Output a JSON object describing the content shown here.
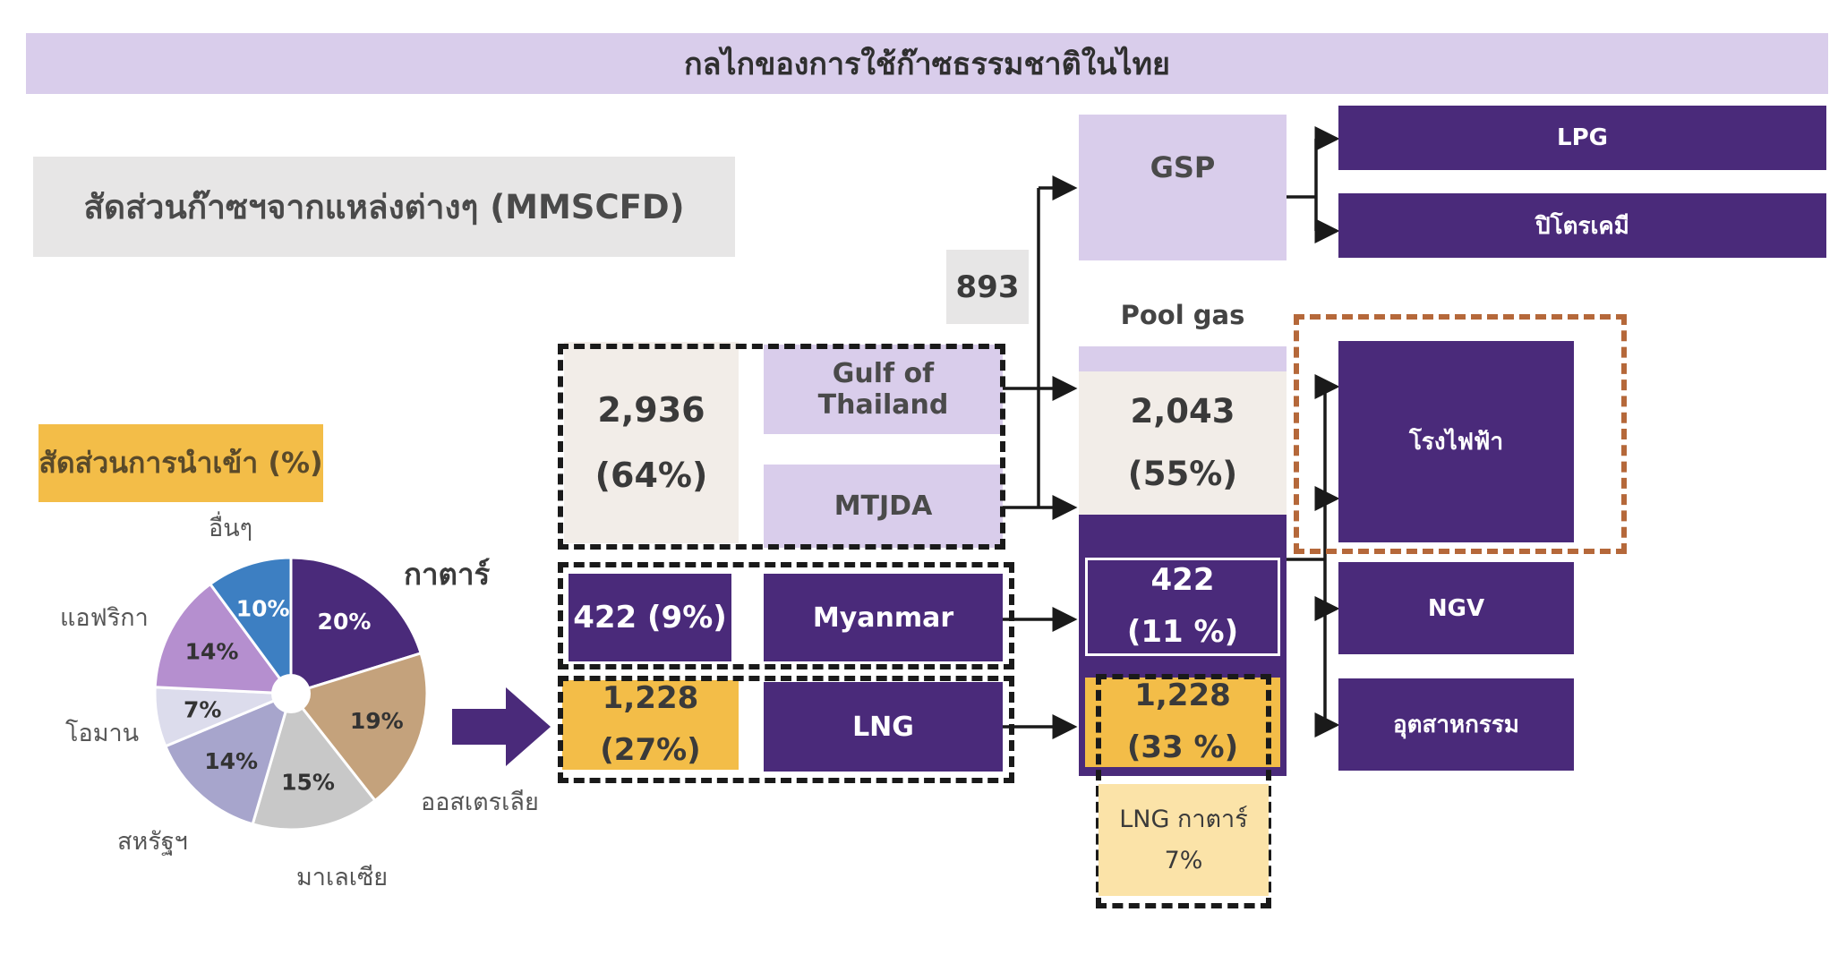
{
  "title": "กลไกของการใช้ก๊าซธรรมชาติในไทย",
  "section_label": "สัดส่วนก๊าซฯจากแหล่งต่างๆ (MMSCFD)",
  "import_share_label": "สัดส่วนการนำเข้า (%)",
  "pie": {
    "slices": [
      {
        "label": "กาตาร์",
        "pct_label": "20%",
        "value": 20,
        "color": "#4a2a7a"
      },
      {
        "label": "ออสเตรเลีย",
        "pct_label": "19%",
        "value": 19,
        "color": "#c4a27c"
      },
      {
        "label": "มาเลเซีย",
        "pct_label": "15%",
        "value": 15,
        "color": "#c8c8c8"
      },
      {
        "label": "สหรัฐฯ",
        "pct_label": "14%",
        "value": 14,
        "color": "#a7a5cc"
      },
      {
        "label": "โอมาน",
        "pct_label": "7%",
        "value": 7,
        "color": "#dcdcec"
      },
      {
        "label": "แอฟริกา",
        "pct_label": "14%",
        "value": 14,
        "color": "#b58fcf"
      },
      {
        "label": "อื่นๆ",
        "pct_label": "10%",
        "value": 10,
        "color": "#3d7fc2"
      }
    ]
  },
  "sources": {
    "gulf_total": {
      "value": "2,936",
      "pct": "(64%)"
    },
    "gulf_of_thailand": "Gulf of Thailand",
    "mtjda": "MTJDA",
    "myanmar_value": "422 (9%)",
    "myanmar": "Myanmar",
    "lng_value": {
      "value": "1,228",
      "pct": "(27%)"
    },
    "lng": "LNG"
  },
  "value_893": "893",
  "gsp": "GSP",
  "pool_gas_label": "Pool gas",
  "pool": {
    "gulf": {
      "value": "2,043",
      "pct": "(55%)"
    },
    "myanmar": {
      "value": "422",
      "pct": "(11 %)"
    },
    "lng": {
      "value": "1,228",
      "pct": "(33 %)"
    }
  },
  "lng_qatar": {
    "label": "LNG กาตาร์",
    "pct": "7%"
  },
  "uses": {
    "lpg": "LPG",
    "petrochem": "ปิโตรเคมี",
    "power": "โรงไฟฟ้า",
    "ngv": "NGV",
    "industry": "อุตสาหกรรม"
  }
}
